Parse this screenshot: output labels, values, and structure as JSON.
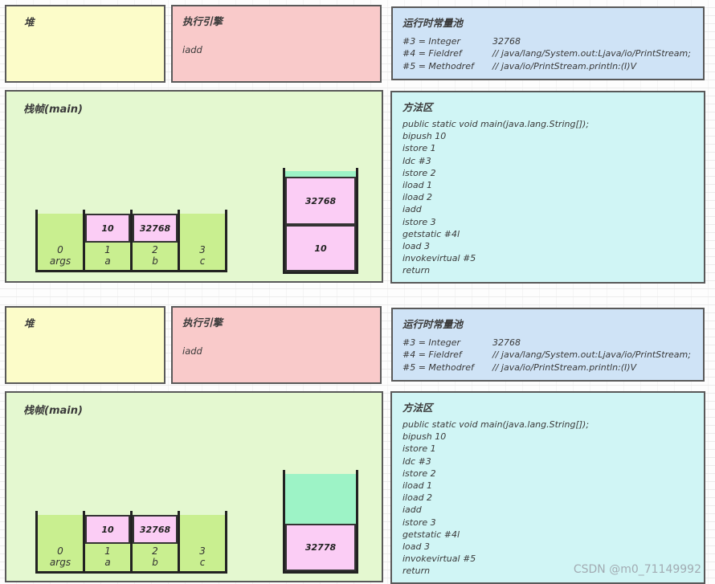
{
  "colors": {
    "heap_bg": "#fcfcc9",
    "engine_bg": "#f9caca",
    "pool_bg": "#cfe3f6",
    "frame_bg": "#e4f8d0",
    "method_bg": "#d0f5f5",
    "slot_green": "#c9ef90",
    "value_pink": "#fbcdf5",
    "free_teal": "#9df3c6",
    "border_dark": "#595959",
    "bar": "#222222",
    "bar2": "#333333",
    "ink": "#3a3a3a",
    "watermark_gray": "#a2abb2"
  },
  "watermark": "CSDN @m0_71149992",
  "states": [
    {
      "heap": {
        "title": "堆"
      },
      "engine": {
        "title": "执行引擎",
        "instruction": "iadd"
      },
      "constant_pool": {
        "title": "运行时常量池",
        "entries": [
          {
            "ref": "#3 = Integer",
            "desc": "32768"
          },
          {
            "ref": "#4 = Fieldref",
            "desc": "// java/lang/System.out:Ljava/io/PrintStream;"
          },
          {
            "ref": "#5 = Methodref",
            "desc": "// java/io/PrintStream.println:(I)V"
          }
        ]
      },
      "stack_frame": {
        "title": "栈帧(main)",
        "local_variables": [
          {
            "index": "0",
            "name": "args",
            "value": ""
          },
          {
            "index": "1",
            "name": "a",
            "value": "10"
          },
          {
            "index": "2",
            "name": "b",
            "value": "32768"
          },
          {
            "index": "3",
            "name": "c",
            "value": ""
          }
        ],
        "operand_stack": {
          "values_top_to_bottom": [
            "32768",
            "10"
          ]
        }
      },
      "method_area": {
        "title": "方法区",
        "lines": [
          "public static void main(java.lang.String[]);",
          "bipush 10",
          "istore 1",
          "ldc #3",
          "istore 2",
          "iload 1",
          "iload 2",
          "iadd",
          "istore 3",
          "getstatic #4l",
          "load 3",
          "invokevirtual #5",
          "return"
        ]
      }
    },
    {
      "heap": {
        "title": "堆"
      },
      "engine": {
        "title": "执行引擎",
        "instruction": "iadd"
      },
      "constant_pool": {
        "title": "运行时常量池",
        "entries": [
          {
            "ref": "#3 = Integer",
            "desc": "32768"
          },
          {
            "ref": "#4 = Fieldref",
            "desc": "// java/lang/System.out:Ljava/io/PrintStream;"
          },
          {
            "ref": "#5 = Methodref",
            "desc": "// java/io/PrintStream.println:(I)V"
          }
        ]
      },
      "stack_frame": {
        "title": "栈帧(main)",
        "local_variables": [
          {
            "index": "0",
            "name": "args",
            "value": ""
          },
          {
            "index": "1",
            "name": "a",
            "value": "10"
          },
          {
            "index": "2",
            "name": "b",
            "value": "32768"
          },
          {
            "index": "3",
            "name": "c",
            "value": ""
          }
        ],
        "operand_stack": {
          "values_top_to_bottom": [
            "32778"
          ]
        }
      },
      "method_area": {
        "title": "方法区",
        "lines": [
          "public static void main(java.lang.String[]);",
          "bipush 10",
          "istore 1",
          "ldc #3",
          "istore 2",
          "iload 1",
          "iload 2",
          "iadd",
          "istore 3",
          "getstatic #4l",
          "load 3",
          "invokevirtual #5",
          "return"
        ]
      }
    }
  ]
}
